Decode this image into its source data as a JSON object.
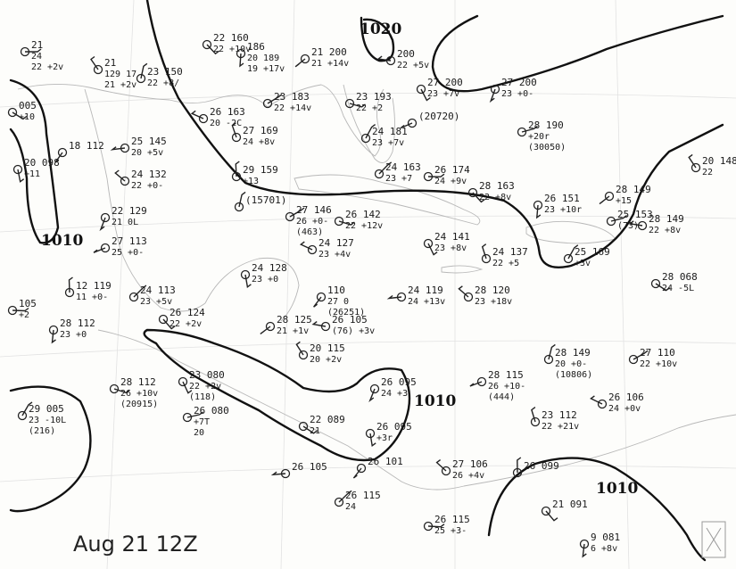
{
  "caption": "Aug 21   12Z",
  "isobar_labels": [
    "1020",
    "1010",
    "1010",
    "1010",
    "1010"
  ],
  "stations": [
    {
      "id": "s01",
      "lines": [
        "21",
        "24",
        "22 +2v"
      ]
    },
    {
      "id": "s02",
      "lines": [
        "22 160",
        "22 +10v"
      ]
    },
    {
      "id": "s03",
      "lines": [
        "186",
        "20 189",
        "19 +17v"
      ]
    },
    {
      "id": "s04",
      "lines": [
        "21 200",
        "21 +14v"
      ]
    },
    {
      "id": "s05",
      "lines": [
        "200",
        "22 +5v"
      ]
    },
    {
      "id": "s06",
      "lines": [
        "21",
        "129 17",
        "21 +2v"
      ]
    },
    {
      "id": "s07",
      "lines": [
        "23 150",
        "22 +8/"
      ]
    },
    {
      "id": "s08",
      "lines": [
        "23 183",
        "22 +14v"
      ]
    },
    {
      "id": "s09",
      "lines": [
        "23 193",
        "22 +2"
      ]
    },
    {
      "id": "s10",
      "lines": [
        "27 200",
        "23 +7v"
      ]
    },
    {
      "id": "s11",
      "lines": [
        "27 200",
        "23 +0-"
      ]
    },
    {
      "id": "s12",
      "lines": [
        "(20720)"
      ]
    },
    {
      "id": "s13",
      "lines": [
        "26 163",
        "20 -2C"
      ]
    },
    {
      "id": "s14",
      "lines": [
        "27 169",
        "24 +8v"
      ]
    },
    {
      "id": "s15",
      "lines": [
        "24 181",
        "23 +7v"
      ]
    },
    {
      "id": "s16",
      "lines": [
        "28 190",
        "+20r",
        "(30050)"
      ]
    },
    {
      "id": "s17",
      "lines": [
        "005",
        "+10"
      ]
    },
    {
      "id": "s18",
      "lines": [
        "20 098",
        "+11"
      ]
    },
    {
      "id": "s19",
      "lines": [
        "18 112"
      ]
    },
    {
      "id": "s20",
      "lines": [
        "25 145",
        "20 +5v"
      ]
    },
    {
      "id": "s21",
      "lines": [
        "24 132",
        "22 +0-"
      ]
    },
    {
      "id": "s22",
      "lines": [
        "29 159",
        "+13"
      ]
    },
    {
      "id": "s23",
      "lines": [
        "24 163",
        "23 +7"
      ]
    },
    {
      "id": "s24",
      "lines": [
        "26 174",
        "24 +9v"
      ]
    },
    {
      "id": "s25",
      "lines": [
        "28 163",
        "22 +8v"
      ]
    },
    {
      "id": "s26",
      "lines": [
        "26 151",
        "23 +10r"
      ]
    },
    {
      "id": "s27",
      "lines": [
        "28 149",
        "+15"
      ]
    },
    {
      "id": "s28",
      "lines": [
        "28 149",
        "22 +8v"
      ]
    },
    {
      "id": "s29",
      "lines": [
        "20 148",
        "22"
      ]
    },
    {
      "id": "s30",
      "lines": [
        "(15701)"
      ]
    },
    {
      "id": "s31",
      "lines": [
        "27 146",
        "26 +0-",
        "(463)"
      ]
    },
    {
      "id": "s32",
      "lines": [
        "26 142",
        "22 +12v"
      ]
    },
    {
      "id": "s33",
      "lines": [
        "24 141",
        "23 +8v"
      ]
    },
    {
      "id": "s34",
      "lines": [
        "22 129",
        "21 0L"
      ]
    },
    {
      "id": "s35",
      "lines": [
        "27 113",
        "25 +0-"
      ]
    },
    {
      "id": "s36",
      "lines": [
        "24 127",
        "23 +4v"
      ]
    },
    {
      "id": "s37",
      "lines": [
        "24 137",
        "22 +5"
      ]
    },
    {
      "id": "s38",
      "lines": [
        "25 169",
        "+3v"
      ]
    },
    {
      "id": "s39",
      "lines": [
        "25 153",
        "(73)"
      ]
    },
    {
      "id": "s40",
      "lines": [
        "28 068",
        "24 -5L"
      ]
    },
    {
      "id": "s41",
      "lines": [
        "24 128",
        "23 +0"
      ]
    },
    {
      "id": "s42",
      "lines": [
        "110",
        "27 0",
        "(26251)"
      ]
    },
    {
      "id": "s43",
      "lines": [
        "24 119",
        "24 +13v"
      ]
    },
    {
      "id": "s44",
      "lines": [
        "28 120",
        "23 +18v"
      ]
    },
    {
      "id": "s45",
      "lines": [
        "12 119",
        "11 +0-"
      ]
    },
    {
      "id": "s46",
      "lines": [
        "24 113",
        "23 +5v"
      ]
    },
    {
      "id": "s47",
      "lines": [
        "105",
        "+2"
      ]
    },
    {
      "id": "s48",
      "lines": [
        "26 124",
        "22 +2v"
      ]
    },
    {
      "id": "s49",
      "lines": [
        "28 112",
        "23 +0"
      ]
    },
    {
      "id": "s50",
      "lines": [
        "28 125",
        "21 +1v"
      ]
    },
    {
      "id": "s51",
      "lines": [
        "26 105",
        "(76) +3v"
      ]
    },
    {
      "id": "s52",
      "lines": [
        "20 115",
        "20 +2v"
      ]
    },
    {
      "id": "s53",
      "lines": [
        "28 149",
        "20 +0-",
        "(10806)"
      ]
    },
    {
      "id": "s54",
      "lines": [
        "27 110",
        "22 +10v"
      ]
    },
    {
      "id": "s55",
      "lines": [
        "28 112",
        "26 +10v",
        "(20915)"
      ]
    },
    {
      "id": "s56",
      "lines": [
        "23 080",
        "22 +2v",
        "(118)"
      ]
    },
    {
      "id": "s57",
      "lines": [
        "26 095",
        "24 +3"
      ]
    },
    {
      "id": "s58",
      "lines": [
        "28 115",
        "26 +10-",
        "(444)"
      ]
    },
    {
      "id": "s59",
      "lines": [
        "26 106",
        "24 +0v"
      ]
    },
    {
      "id": "s60",
      "lines": [
        "23 112",
        "22 +21v"
      ]
    },
    {
      "id": "s61",
      "lines": [
        "29 005",
        "23 -10L",
        "(216)"
      ]
    },
    {
      "id": "s62",
      "lines": [
        "26 080",
        "+7T",
        "20"
      ]
    },
    {
      "id": "s63",
      "lines": [
        "22 089",
        "21"
      ]
    },
    {
      "id": "s64",
      "lines": [
        "26 095",
        "+3r"
      ]
    },
    {
      "id": "s65",
      "lines": [
        "26 101"
      ]
    },
    {
      "id": "s66",
      "lines": [
        "26 105"
      ]
    },
    {
      "id": "s67",
      "lines": [
        "27 106",
        "26 +4v"
      ]
    },
    {
      "id": "s68",
      "lines": [
        "26 099"
      ]
    },
    {
      "id": "s69",
      "lines": [
        "26 115",
        "24"
      ]
    },
    {
      "id": "s70",
      "lines": [
        "26 115",
        "25 +3-"
      ]
    },
    {
      "id": "s71",
      "lines": [
        "21 091"
      ]
    },
    {
      "id": "s72",
      "lines": [
        "9 081",
        "6 +8v"
      ]
    }
  ]
}
